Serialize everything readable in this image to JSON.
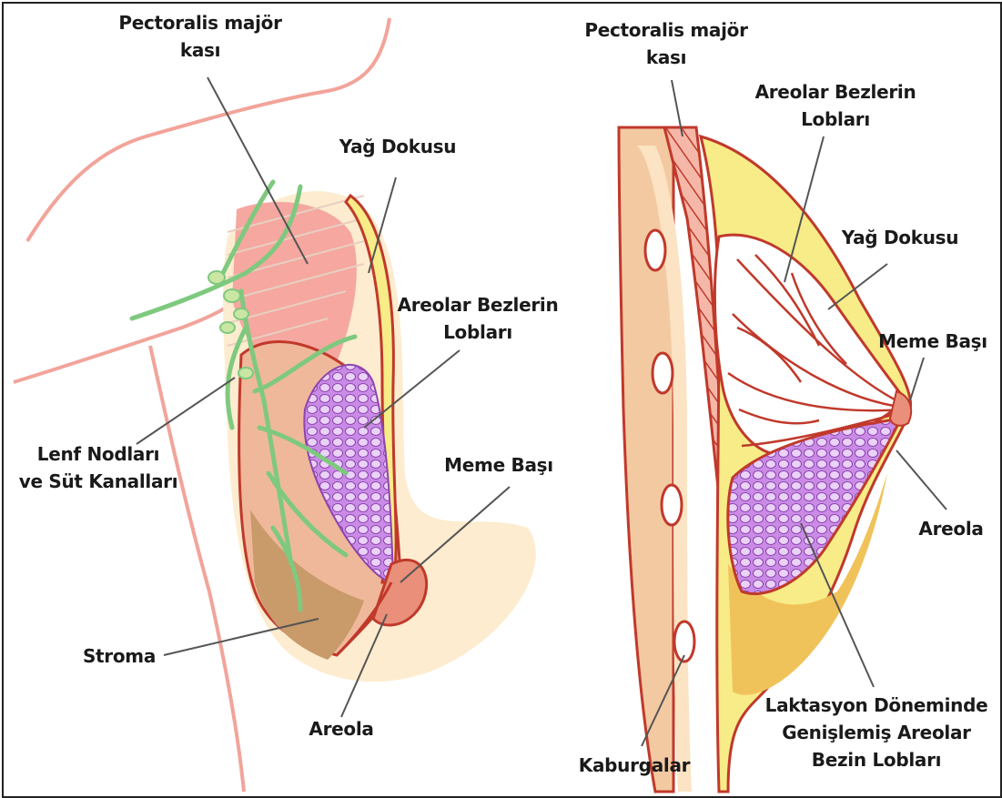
{
  "colors": {
    "background": "#ffffff",
    "skin_line": "#f2a49a",
    "fat_yellow": "#f7ec88",
    "muscle_pink": "#f5a7a0",
    "lobule_purple": "#c98be6",
    "lymph_green": "#7fc97f",
    "outline_red": "#c0392b",
    "rib_tan": "#f3c9a2",
    "leader_gray": "#555555"
  },
  "left_diagram": {
    "labels": {
      "pectoralis_l1": "Pectoralis majör",
      "pectoralis_l2": "kası",
      "fat": "Yağ Dokusu",
      "lobes_l1": "Areolar Bezlerin",
      "lobes_l2": "Lobları",
      "lymph_l1": "Lenf Nodları",
      "lymph_l2": "ve Süt Kanalları",
      "nipple": "Meme Başı",
      "stroma": "Stroma",
      "areola": "Areola"
    }
  },
  "right_diagram": {
    "labels": {
      "pectoralis_l1": "Pectoralis majör",
      "pectoralis_l2": "kası",
      "lobes_l1": "Areolar Bezlerin",
      "lobes_l2": "Lobları",
      "fat": "Yağ Dokusu",
      "nipple": "Meme Başı",
      "areola": "Areola",
      "ribs": "Kaburgalar",
      "lactation_l1": "Laktasyon Döneminde",
      "lactation_l2": "Genişlemiş Areolar",
      "lactation_l3": "Bezin Lobları"
    }
  }
}
